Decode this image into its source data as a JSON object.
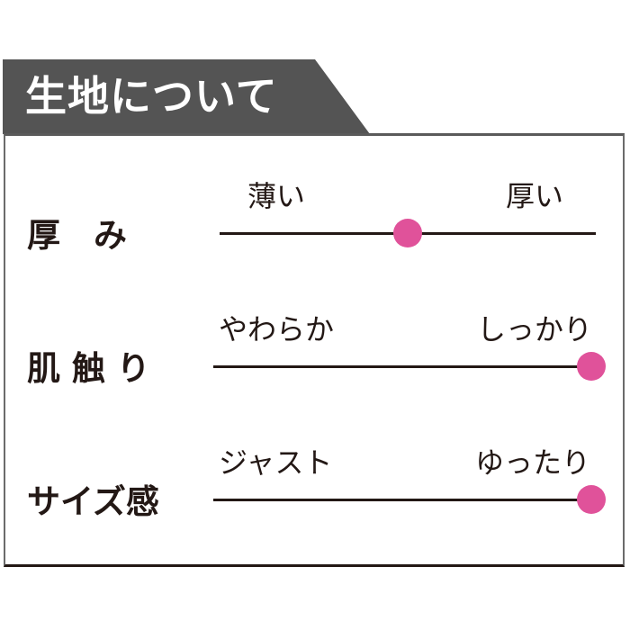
{
  "header": {
    "title": "生地について",
    "background_color": "#545454",
    "text_color": "#ffffff"
  },
  "rows": [
    {
      "label": "厚　み",
      "left_label": "薄い",
      "right_label": "厚い",
      "value_percent": 50
    },
    {
      "label": "肌 触 り",
      "left_label": "やわらか",
      "right_label": "しっかり",
      "value_percent": 100
    },
    {
      "label": "サイズ感",
      "left_label": "ジャスト",
      "right_label": "ゆったり",
      "value_percent": 100
    }
  ],
  "colors": {
    "indicator": "#e0529a",
    "line": "#231815"
  }
}
